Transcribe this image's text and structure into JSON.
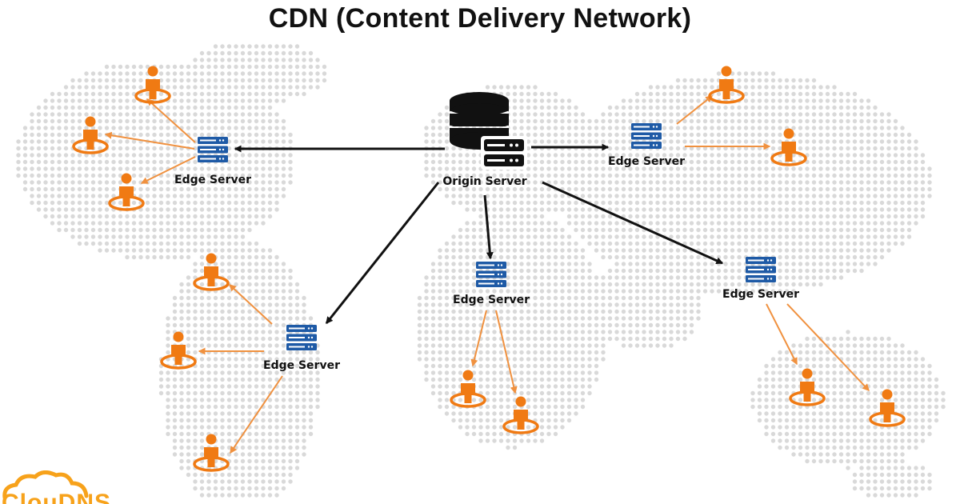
{
  "title": "CDN (Content Delivery Network)",
  "origin": {
    "label": "Origin Server"
  },
  "edge_servers": [
    {
      "id": "edge-north-america",
      "label": "Edge Server"
    },
    {
      "id": "edge-europe-asia",
      "label": "Edge Server"
    },
    {
      "id": "edge-south-america",
      "label": "Edge Server"
    },
    {
      "id": "edge-africa",
      "label": "Edge Server"
    },
    {
      "id": "edge-southeast-asia",
      "label": "Edge Server"
    }
  ],
  "logo": {
    "text": "ClouDNS"
  },
  "colors": {
    "title": "#111111",
    "origin_arrow": "#111111",
    "user_arrow": "#f0913f",
    "user_icon": "#f07a13",
    "server_icon": "#1e5aa6",
    "map_dots": "#d9d9d9",
    "logo": "#f7a21b"
  },
  "icons": {
    "origin": "database-server-icon",
    "edge": "server-rack-icon",
    "user": "user-person-icon",
    "logo": "cloud-logo-icon"
  }
}
